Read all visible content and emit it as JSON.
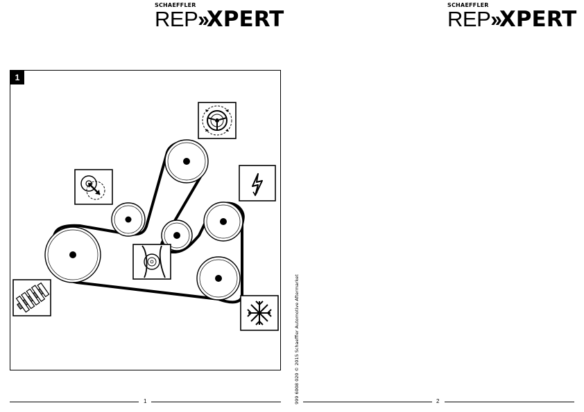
{
  "pages": [
    {
      "logo": {
        "brand": "SCHAEFFLER",
        "word_rep": "REP",
        "word_xpert": "XPERT"
      },
      "figure": {
        "number": "1"
      },
      "page_number": "1"
    },
    {
      "logo": {
        "brand": "SCHAEFFLER",
        "word_rep": "REP",
        "word_xpert": "XPERT"
      },
      "page_number": "2"
    }
  ],
  "side_text": "999 6008 020 © 2015 Schaeffler Automotive Aftermarket",
  "icons": {
    "power_steering": "steering-wheel-icon",
    "alternator": "lightning-bolt-icon",
    "tensioner": "tensioner-adjust-icon",
    "idler": "idler-pulley-icon",
    "crankshaft": "crankshaft-icon",
    "air_conditioning": "snowflake-icon"
  }
}
